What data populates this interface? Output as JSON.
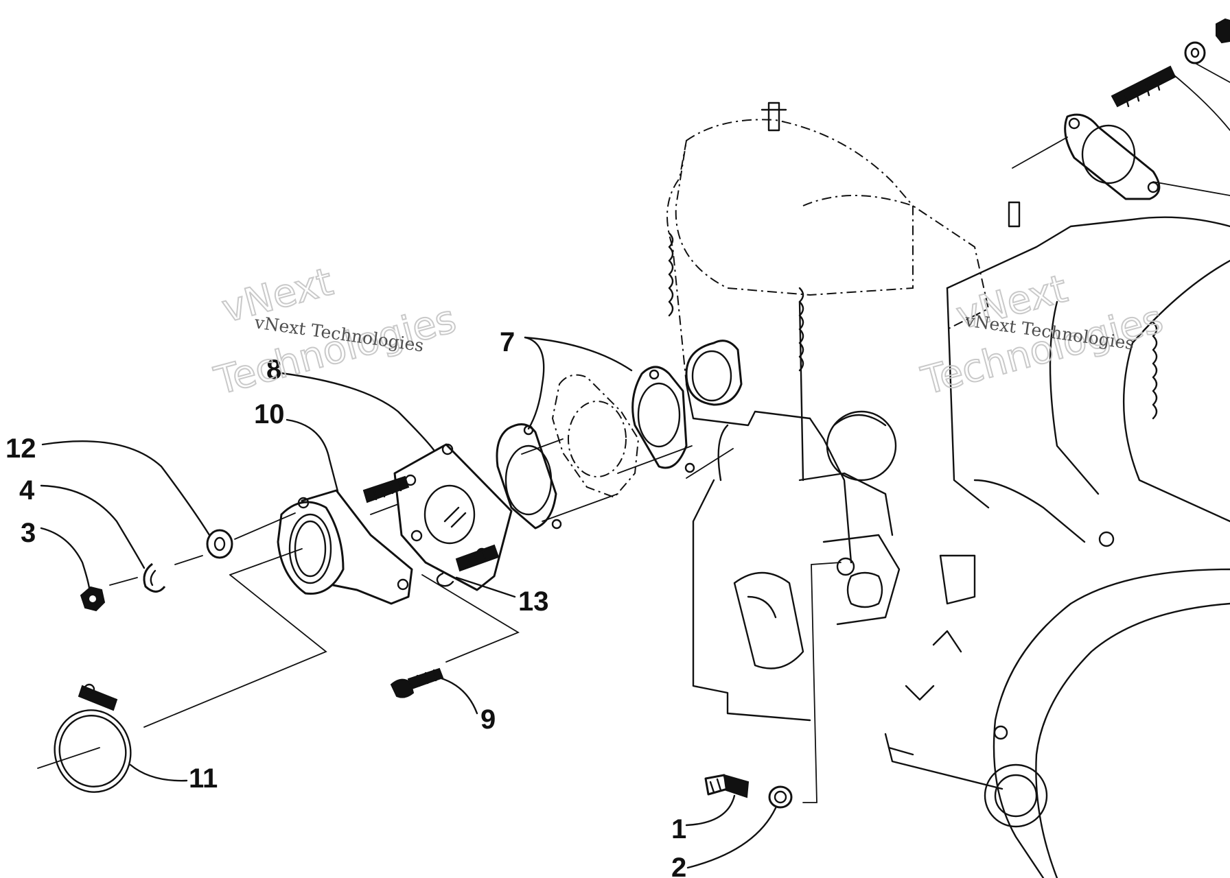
{
  "callouts": [
    {
      "id": "1",
      "label": "1"
    },
    {
      "id": "2",
      "label": "2"
    },
    {
      "id": "3",
      "label": "3"
    },
    {
      "id": "4",
      "label": "4"
    },
    {
      "id": "7",
      "label": "7"
    },
    {
      "id": "8",
      "label": "8"
    },
    {
      "id": "9",
      "label": "9"
    },
    {
      "id": "10",
      "label": "10"
    },
    {
      "id": "11",
      "label": "11"
    },
    {
      "id": "12",
      "label": "12"
    },
    {
      "id": "13",
      "label": "13"
    }
  ],
  "watermark": {
    "line_small": "vNext Technologies",
    "line_big_1": "vNext",
    "line_big_2": "Technologies"
  }
}
